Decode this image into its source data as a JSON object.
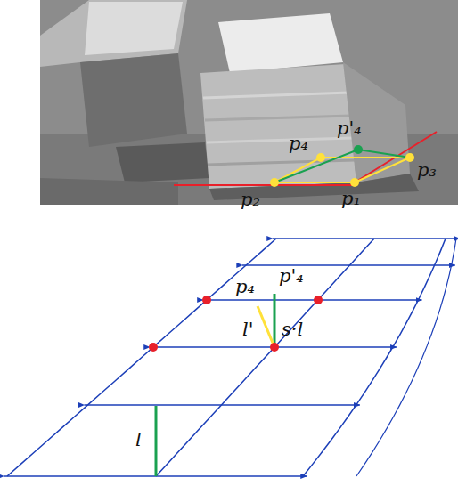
{
  "diagram": {
    "labels": [
      "p₄",
      "p'₄",
      "p₃",
      "p₂",
      "p₁",
      "p₄",
      "p'₄",
      "l'",
      "s·l",
      "l"
    ]
  }
}
